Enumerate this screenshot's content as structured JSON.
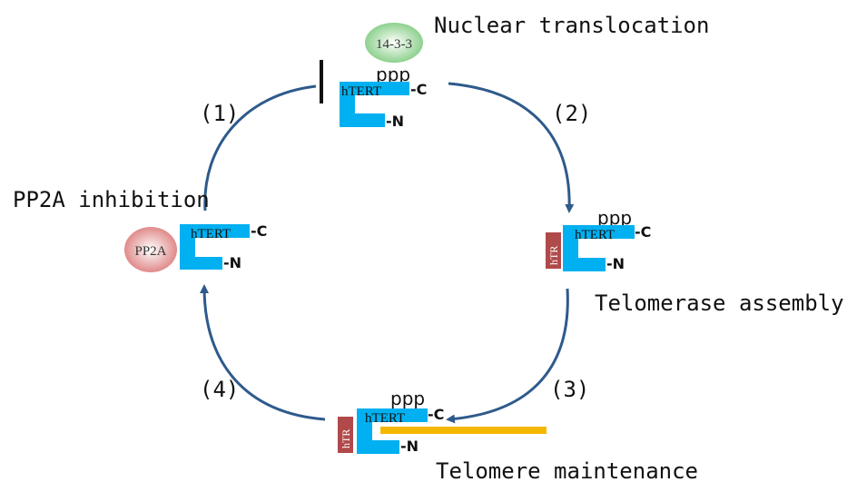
{
  "labels": {
    "nuclear_translocation": "Nuclear translocation",
    "pp2a_inhibition": "PP2A inhibition",
    "telomerase_assembly": "Telomerase assembly",
    "telomere_maintenance": "Telomere maintenance"
  },
  "steps": [
    "(1)",
    "(2)",
    "(3)",
    "(4)"
  ],
  "protein": {
    "name": "hTERT",
    "c_terminus": "-C",
    "n_terminus": "-N",
    "phosphate": "ppp"
  },
  "molecules": {
    "fourteen_three_three": "14-3-3",
    "pp2a": "PP2A",
    "htr": "hTR"
  },
  "colors": {
    "htert": "#00B0F0",
    "arrow": "#2E5A8C",
    "htr": "#B04A4A",
    "telomere": "#F5B800",
    "fourteen_three_three": "#9BD99B",
    "pp2a": "#E79A9A"
  }
}
